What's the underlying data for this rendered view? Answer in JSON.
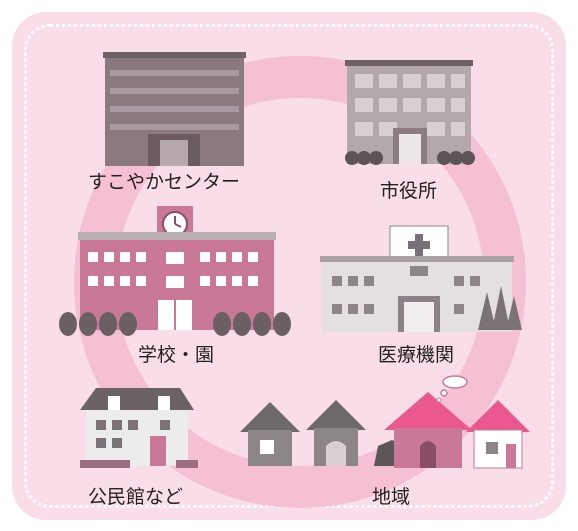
{
  "labels": {
    "sukoyaka_center": "すこやかセンター",
    "city_hall": "市役所",
    "school": "学校・園",
    "medical": "医療機関",
    "community_hall": "公民館など",
    "community": "地域"
  },
  "colors": {
    "background": "#f9dde8",
    "ring": "#f5bfd4",
    "gray_building": "#8a7a80",
    "pink_building": "#c97898",
    "accent_pink": "#e9588f"
  }
}
